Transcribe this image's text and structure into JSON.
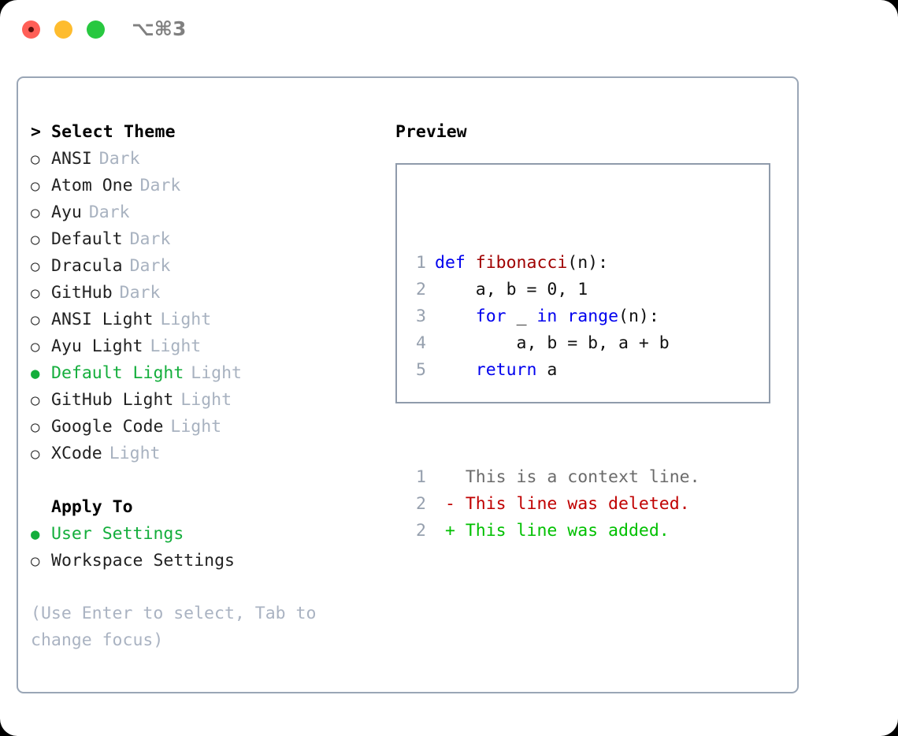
{
  "window": {
    "title_shortcut": "⌥⌘3",
    "traffic_lights": [
      {
        "name": "close",
        "color": "#ff5f57"
      },
      {
        "name": "minimize",
        "color": "#febc2e"
      },
      {
        "name": "maximize",
        "color": "#28c840"
      }
    ]
  },
  "colors": {
    "accent_green": "#14ae3c",
    "border": "#9aa6b6",
    "muted": "#a8b2c0",
    "keyword_blue": "#0000ee",
    "function_red": "#a00000",
    "diff_deleted": "#c00000",
    "diff_added": "#00c000",
    "line_number": "#96a0ae"
  },
  "theme_list": {
    "heading": "Select Theme",
    "caret": ">",
    "marker_unselected": "○",
    "marker_selected": "●",
    "items": [
      {
        "label": "ANSI",
        "badge": "Dark",
        "selected": false
      },
      {
        "label": "Atom One",
        "badge": "Dark",
        "selected": false
      },
      {
        "label": "Ayu",
        "badge": "Dark",
        "selected": false
      },
      {
        "label": "Default",
        "badge": "Dark",
        "selected": false
      },
      {
        "label": "Dracula",
        "badge": "Dark",
        "selected": false
      },
      {
        "label": "GitHub",
        "badge": "Dark",
        "selected": false
      },
      {
        "label": "ANSI Light",
        "badge": "Light",
        "selected": false
      },
      {
        "label": "Ayu Light",
        "badge": "Light",
        "selected": false
      },
      {
        "label": "Default Light",
        "badge": "Light",
        "selected": true
      },
      {
        "label": "GitHub Light",
        "badge": "Light",
        "selected": false
      },
      {
        "label": "Google Code",
        "badge": "Light",
        "selected": false
      },
      {
        "label": "XCode",
        "badge": "Light",
        "selected": false
      }
    ]
  },
  "apply_to": {
    "heading": "Apply To",
    "items": [
      {
        "label": "User Settings",
        "selected": true
      },
      {
        "label": "Workspace Settings",
        "selected": false
      }
    ]
  },
  "hint": "(Use Enter to select, Tab to change focus)",
  "preview": {
    "heading": "Preview",
    "code_lines": [
      {
        "num": "1",
        "tokens": [
          {
            "t": "def ",
            "c": "kw"
          },
          {
            "t": "fibonacci",
            "c": "fn"
          },
          {
            "t": "(n):",
            "c": "plain"
          }
        ]
      },
      {
        "num": "2",
        "tokens": [
          {
            "t": "    a, b = 0, 1",
            "c": "plain"
          }
        ]
      },
      {
        "num": "3",
        "tokens": [
          {
            "t": "    ",
            "c": "plain"
          },
          {
            "t": "for",
            "c": "kw"
          },
          {
            "t": " _ ",
            "c": "plain"
          },
          {
            "t": "in range",
            "c": "kw"
          },
          {
            "t": "(n):",
            "c": "plain"
          }
        ]
      },
      {
        "num": "4",
        "tokens": [
          {
            "t": "        a, b = b, a + b",
            "c": "plain"
          }
        ]
      },
      {
        "num": "5",
        "tokens": [
          {
            "t": "    ",
            "c": "plain"
          },
          {
            "t": "return",
            "c": "kw"
          },
          {
            "t": " a",
            "c": "plain"
          }
        ]
      }
    ],
    "diff_lines": [
      {
        "num": "1",
        "sign": " ",
        "text": "This is a context line.",
        "kind": "ctx"
      },
      {
        "num": "2",
        "sign": "-",
        "text": "This line was deleted.",
        "kind": "del"
      },
      {
        "num": "2",
        "sign": "+",
        "text": "This line was added.",
        "kind": "add"
      }
    ]
  }
}
